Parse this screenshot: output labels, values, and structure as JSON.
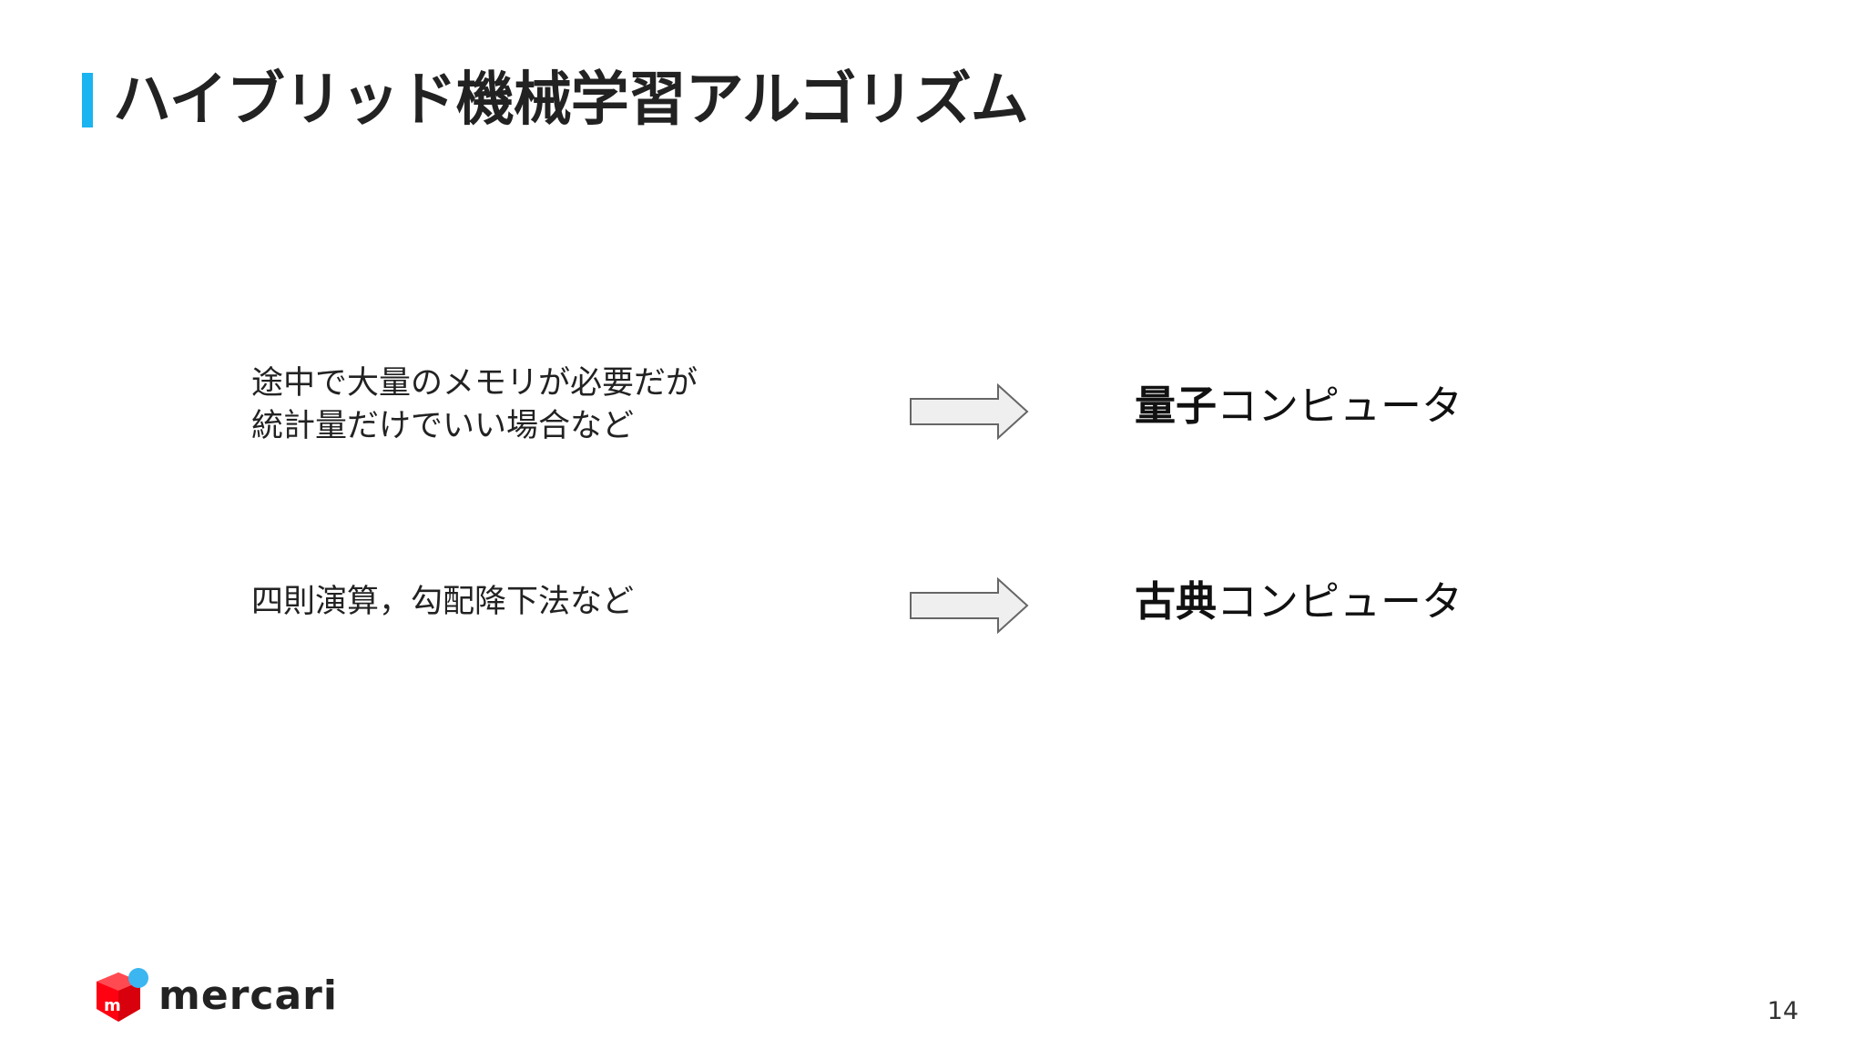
{
  "slide": {
    "title": "ハイブリッド機械学習アルゴリズム",
    "page_number": "14"
  },
  "rows": [
    {
      "description_lines": [
        "途中で大量のメモリが必要だが",
        "統計量だけでいい場合など"
      ],
      "result_bold": "量子",
      "result_rest": "コンピュータ"
    },
    {
      "description_lines": [
        "四則演算，勾配降下法など"
      ],
      "result_bold": "古典",
      "result_rest": "コンピュータ"
    }
  ],
  "footer": {
    "logo_text": "mercari",
    "logo_icon": "mercari-box-icon"
  },
  "colors": {
    "accent": "#1ab4f0",
    "logo_red": "#ff0211",
    "logo_blue": "#3cb6f0",
    "arrow_fill": "#efefef",
    "arrow_stroke": "#666666"
  }
}
